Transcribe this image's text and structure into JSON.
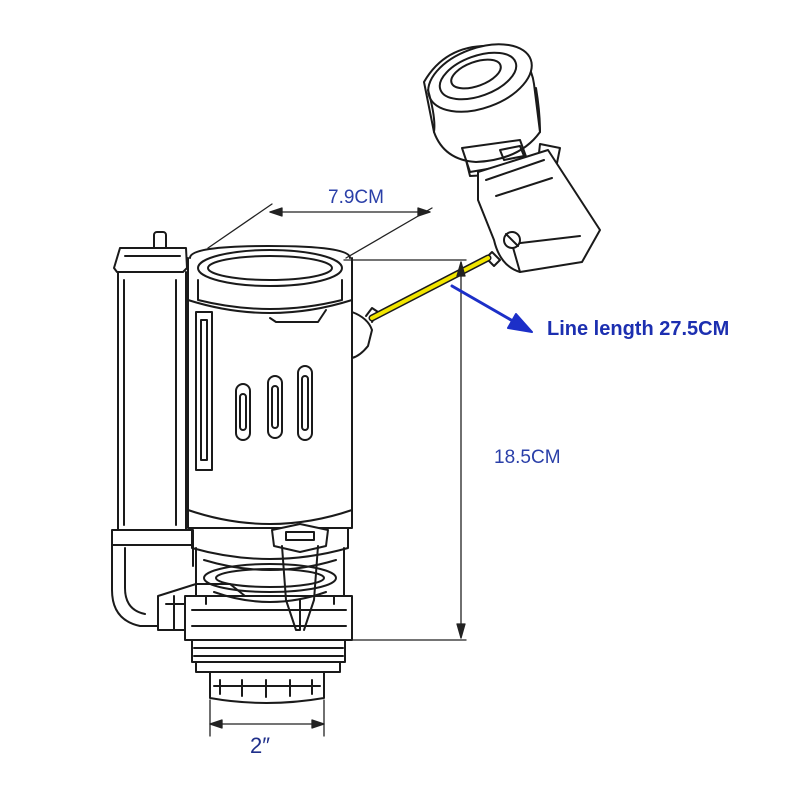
{
  "dimensions": {
    "width_label": "7.9CM",
    "height_label": "18.5CM",
    "diameter_label": "2″",
    "line_length_label": "Line length 27.5CM"
  },
  "colors": {
    "outline": "#1a1a1a",
    "dimension_line": "#222222",
    "label_blue": "#2a3fa8",
    "arrow_blue": "#1c2fc8",
    "cable_yellow": "#f2e600"
  }
}
